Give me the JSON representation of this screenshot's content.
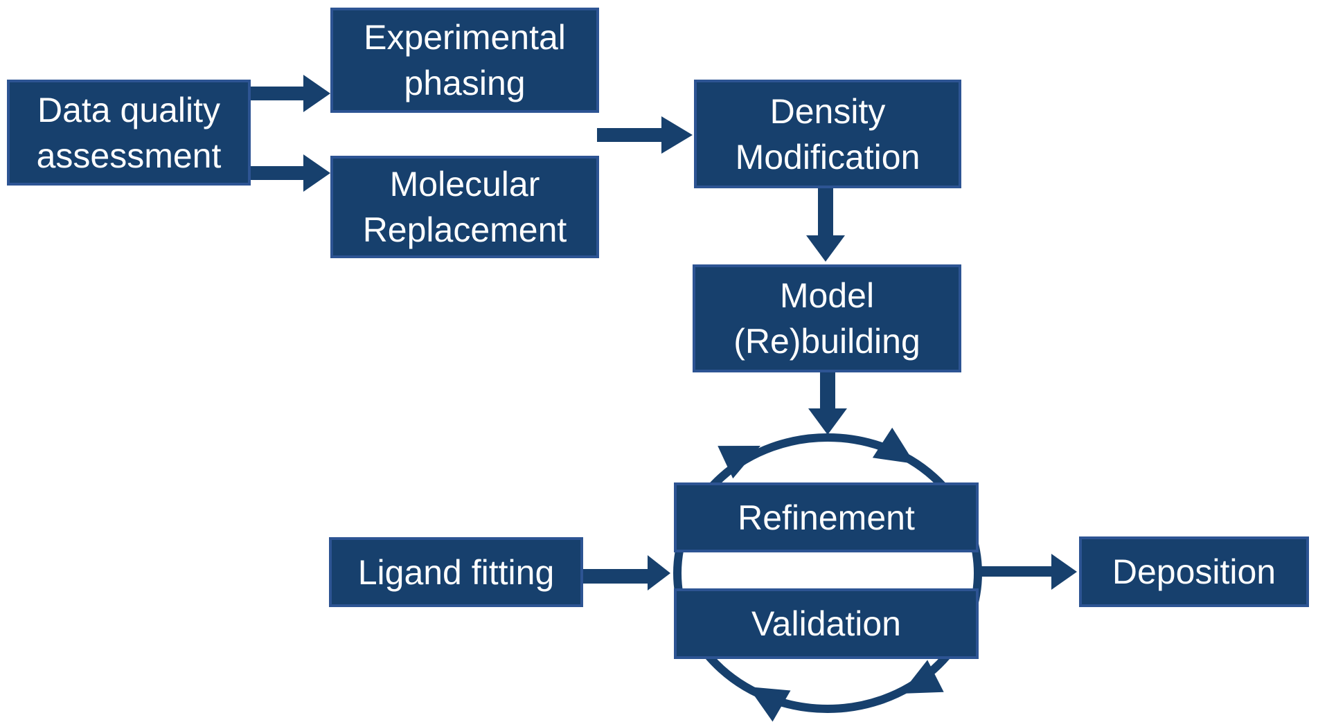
{
  "diagram": {
    "description": "Crystallography structure-solution workflow flowchart",
    "nodes": {
      "data_quality": {
        "label": "Data quality assessment"
      },
      "experimental_phasing": {
        "label": "Experimental phasing"
      },
      "molecular_replacement": {
        "label": "Molecular Replacement"
      },
      "density_modification": {
        "label": "Density Modification"
      },
      "model_rebuilding": {
        "label": "Model (Re)building"
      },
      "refinement": {
        "label": "Refinement"
      },
      "validation": {
        "label": "Validation"
      },
      "ligand_fitting": {
        "label": "Ligand fitting"
      },
      "deposition": {
        "label": "Deposition"
      }
    },
    "edges": [
      {
        "from": "Data quality assessment",
        "to": "Experimental phasing"
      },
      {
        "from": "Data quality assessment",
        "to": "Molecular Replacement"
      },
      {
        "from": "Experimental phasing / Molecular Replacement",
        "to": "Density Modification"
      },
      {
        "from": "Density Modification",
        "to": "Model (Re)building"
      },
      {
        "from": "Model (Re)building",
        "to": "Refinement-Validation cycle"
      },
      {
        "from": "Ligand fitting",
        "to": "Refinement-Validation cycle"
      },
      {
        "from": "Refinement-Validation cycle",
        "to": "Deposition"
      }
    ],
    "cycle": {
      "members": [
        "Refinement",
        "Validation"
      ],
      "direction": "clockwise",
      "arrowheads": 4
    },
    "colors": {
      "box_fill": "#17406d",
      "box_border": "#2d5493",
      "arrow": "#17406d",
      "text": "#ffffff",
      "background": "#ffffff"
    }
  }
}
